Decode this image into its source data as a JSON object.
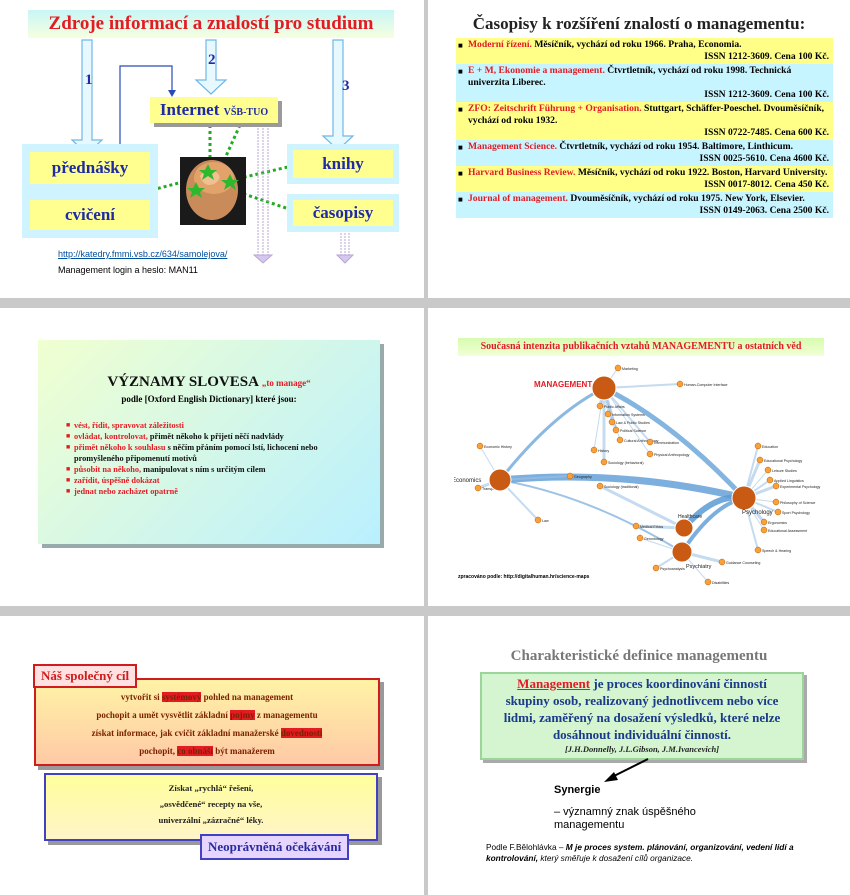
{
  "slide1": {
    "title": "Zdroje informací a znalostí pro studium",
    "arrow_nums": [
      "1",
      "2",
      "3"
    ],
    "internet": "Internet",
    "internet_small": "VŠB-TUO",
    "lectures": "přednášky",
    "exercises": "cvičení",
    "books": "knihy",
    "magazines": "časopisy",
    "link": "http://katedry.fmmi.vsb.cz/634/samolejova/",
    "login": "Management login a heslo: MAN11"
  },
  "slide2": {
    "title": "Časopisy k rozšíření znalostí o managementu:",
    "items": [
      {
        "name": "Moderní řízení.",
        "desc": "Měsíčník, vychází od roku 1966. Praha, Economia.",
        "issn": "ISSN 1212-3609. Cena 100 Kč."
      },
      {
        "name": "E + M, Ekonomie a management.",
        "desc": "Čtvrtletník, vychází od roku 1998. Technická univerzita Liberec.",
        "issn": "ISSN 1212-3609. Cena 100 Kč."
      },
      {
        "name": "ZFO: Zeitschrift Führung + Organisation.",
        "desc": "Stuttgart, Schäffer-Poeschel. Dvouměsíčník, vychází od roku 1932.",
        "issn": "ISSN 0722-7485. Cena 600 Kč."
      },
      {
        "name": "Management Science.",
        "desc": "Čtvrtletník, vychází od roku 1954. Baltimore, Linthicum.",
        "issn": "ISSN 0025-5610. Cena 4600 Kč."
      },
      {
        "name": "Harvard Business Review.",
        "desc": "Měsíčník, vychází od roku 1922. Boston, Harvard University.",
        "issn": "ISSN 0017-8012. Cena 450 Kč."
      },
      {
        "name": "Journal of management.",
        "desc": "Dvouměsíčník, vychází od roku 1975. New York, Elsevier.",
        "issn": "ISSN 0149-2063. Cena 2500 Kč."
      }
    ]
  },
  "slide3": {
    "heading": "VÝZNAMY SLOVESA",
    "heading_tm": "„to manage“",
    "subheading": "podle [Oxford English Dictionary] které jsou:",
    "items": [
      {
        "red": "vést, řídit, spravovat záležitosti",
        "rest": ""
      },
      {
        "red": "ovládat, kontrolovat,",
        "rest": " přimět někoho k přijetí něčí nadvlády"
      },
      {
        "red": "přimět někoho k souhlasu",
        "rest": " s něčím přáním pomocí lstí, lichocení nebo promyšleného připomenutí motivů"
      },
      {
        "red": "působit na někoho,",
        "rest": " manipulovat s ním s určitým cílem"
      },
      {
        "red": "zařídit, úspěšně dokázat",
        "rest": ""
      },
      {
        "red": "jednat nebo zacházet opatrně",
        "rest": ""
      }
    ]
  },
  "slide4": {
    "title": "Současná intenzita publikačních vztahů MANAGEMENTU a ostatních věd",
    "source": "zpracováno podle: http://digitalhuman.hr/science-maps",
    "nodes_big": [
      "MANAGEMENT",
      "Economics",
      "Psychology",
      "Healthcare",
      "Psychiatry"
    ],
    "nodes_small": [
      "Marketing",
      "Human-Computer Interface",
      "Public Affairs",
      "Information Systems",
      "Law & Public Studies",
      "Political Science",
      "Cultural Anthropology",
      "Communication",
      "Sociology (behavioral)",
      "Physical Anthropology",
      "Geography",
      "Sociology (traditional)",
      "History",
      "Education",
      "Educational Psychology",
      "Leisure Studies",
      "Applied Linguistics",
      "Experimental Psychology",
      "Philosophy of Science",
      "Sport Psychology",
      "Ergonomics",
      "Educational Assessment",
      "Speech & Hearing",
      "Guidance Counseling",
      "Disabilities",
      "Psychoanalysis",
      "Medical Ethics",
      "Gerontology",
      "Law",
      "Transportation",
      "Economic History"
    ]
  },
  "slide5": {
    "goal_title": "Náš společný cíl",
    "goal_lines": [
      {
        "pre": "vytvořit si ",
        "hl": "systémový",
        "post": " pohled na management"
      },
      {
        "pre": "pochopit a umět vysvětlit základní ",
        "hl": "pojmy",
        "post": " z managementu"
      },
      {
        "pre": "získat informace, jak cvičit základní manažerské ",
        "hl": "dovednosti",
        "post": ""
      },
      {
        "pre": "pochopit, ",
        "hl": "co obnáší",
        "post": " být manažerem"
      }
    ],
    "quick_lines": [
      "Získat „rychlá“ řešení,",
      "„osvědčené“ recepty na vše,",
      "univerzální „zázračné“ léky."
    ],
    "unjust": "Neoprávněná očekávání"
  },
  "slide6": {
    "title": "Charakteristické definice managementu",
    "def_manage": "Management",
    "def_l1_rest": " je proces koordinování činností",
    "def_l2": "skupiny osob, realizovaný jednotlivcem nebo více",
    "def_l3": "lidmi, zaměřený na dosažení výsledků, které nelze",
    "def_l4": "dosáhnout individuální činností.",
    "authors": "[J.H.Donnelly, J.L.Gibson, J.M.Ivancevich]",
    "synergy": "Synergie",
    "synergy_desc": "– významný znak úspěšného managementu",
    "foot_pre": "Podle F.Bělohlávka – ",
    "foot_it": "M je proces system. plánování, organizování, vedení lidí a kontrolování,",
    "foot_post": " který směřuje k dosažení cílů organizace."
  },
  "colors": {
    "accent_red": "#e31b23",
    "accent_blue": "#1e2aa6",
    "yellow": "#ffff90",
    "cyan": "#c7f5ff"
  }
}
